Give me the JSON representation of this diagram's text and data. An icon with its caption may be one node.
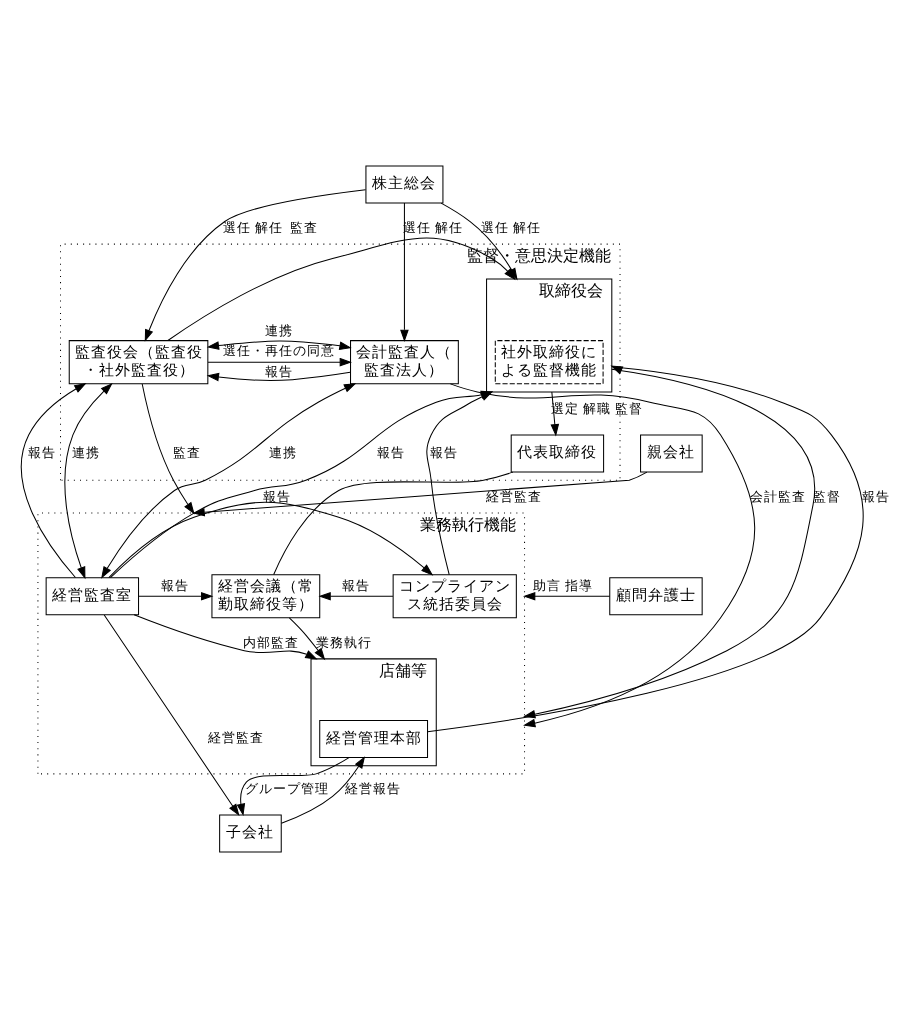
{
  "diagram": {
    "nodes": [
      {
        "text": [
          "株主総会"
        ]
      },
      {
        "text": [
          "監督・意思決定機能"
        ]
      },
      {
        "text": [
          "会計監査人（監査法人）"
        ],
        "in": 1
      },
      {
        "text": [
          "監査役会（監査役・社外監査役）"
        ],
        "in": 1
      },
      {
        "text": [
          "取締役会"
        ],
        "in": 1
      },
      {
        "text": [
          "社外取締役による監督機能"
        ],
        "in": 4
      },
      {
        "text": [
          "代表取締役"
        ],
        "in": 1
      },
      {
        "text": [
          "業務執行機能"
        ]
      },
      {
        "text": [
          "顧問弁護士"
        ]
      },
      {
        "text": [
          "親会社"
        ]
      },
      {
        "text": [
          "経営監査室"
        ],
        "in": 7
      },
      {
        "text": [
          "経営会議（常勤取締役等）"
        ],
        "in": 7
      },
      {
        "text": [
          "コンプライアンス統括委員会"
        ],
        "in": 7
      },
      {
        "text": [
          "店舗等"
        ],
        "in": 7
      },
      {
        "text": [
          "経営管理本部"
        ],
        "in": 13
      },
      {
        "text": [
          "子会社"
        ]
      }
    ],
    "edges": [
      {
        "from": 0,
        "to": 2,
        "arrow": "to",
        "label": "選任 解任"
      },
      {
        "from": 0,
        "to": 3,
        "arrow": "to",
        "label": "選任 解任"
      },
      {
        "from": 0,
        "to": 4,
        "arrow": "to",
        "label": "選任 解任"
      },
      {
        "from": 2,
        "to": 3,
        "arrow": "to",
        "label": "報告"
      },
      {
        "from": 2,
        "to": 3,
        "arrow": "both",
        "label": "連携"
      },
      {
        "from": 2,
        "to": 7,
        "arrow": "to",
        "label": "会計監査"
      },
      {
        "from": 2,
        "to": 10,
        "arrow": "both",
        "label": "連携"
      },
      {
        "from": 3,
        "to": 2,
        "arrow": "to",
        "label": "選任・再任の同意"
      },
      {
        "from": 3,
        "to": 4,
        "arrow": "to",
        "label": "監査"
      },
      {
        "from": 3,
        "to": 7,
        "arrow": "to",
        "label": "監査"
      },
      {
        "from": 3,
        "to": 10,
        "arrow": "both",
        "label": "連携"
      },
      {
        "from": 4,
        "to": 6,
        "arrow": "to",
        "label": "選定 解職 監督"
      },
      {
        "from": 4,
        "to": 7,
        "arrow": "to",
        "label": "監督"
      },
      {
        "from": 6,
        "to": 11,
        "arrow": "none"
      },
      {
        "from": 8,
        "to": 7,
        "arrow": "to",
        "label": "助言 指導"
      },
      {
        "from": 9,
        "to": 7,
        "arrow": "to",
        "label": "経営監査"
      },
      {
        "from": 10,
        "to": 3,
        "arrow": "to",
        "label": "報告"
      },
      {
        "from": 10,
        "to": 4,
        "arrow": "to",
        "label": "報告"
      },
      {
        "from": 10,
        "to": 11,
        "arrow": "to",
        "label": "報告"
      },
      {
        "from": 10,
        "to": 12,
        "arrow": "to",
        "label": "報告"
      },
      {
        "from": 10,
        "to": 13,
        "arrow": "to",
        "label": "内部監査"
      },
      {
        "from": 10,
        "to": 15,
        "arrow": "to",
        "label": "経営監査"
      },
      {
        "from": 11,
        "to": 13,
        "arrow": "to",
        "label": "業務執行"
      },
      {
        "from": 12,
        "to": 4,
        "arrow": "to",
        "label": "報告"
      },
      {
        "from": 12,
        "to": 11,
        "arrow": "to",
        "label": "報告"
      },
      {
        "from": 14,
        "to": 4,
        "arrow": "to",
        "label": "報告"
      },
      {
        "from": 14,
        "to": 15,
        "arrow": "to",
        "label": "グループ管理"
      },
      {
        "from": 15,
        "to": 14,
        "arrow": "to",
        "label": "経営報告"
      }
    ]
  }
}
